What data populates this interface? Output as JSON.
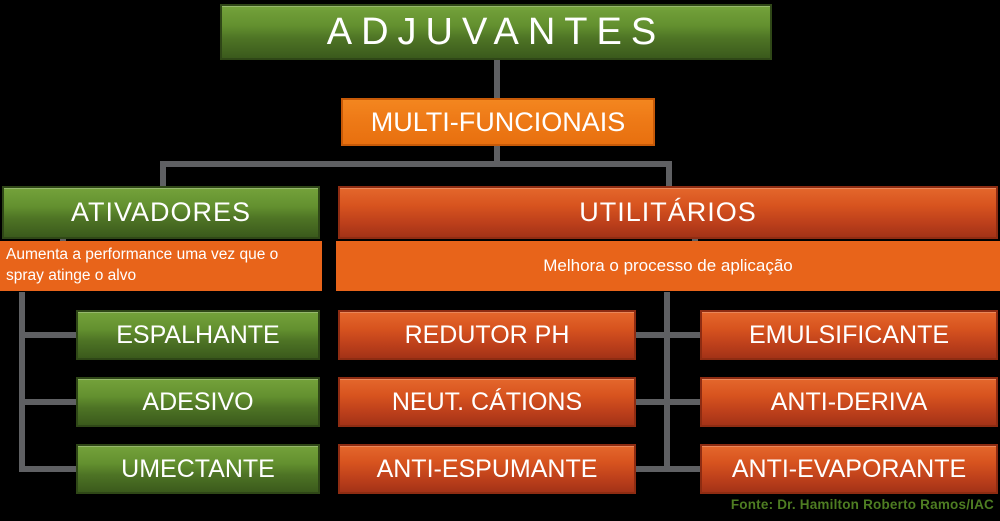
{
  "diagram": {
    "title": "ADJUVANTES",
    "level2": {
      "label": "MULTI-FUNCIONAIS"
    },
    "branches": [
      {
        "label": "ATIVADORES",
        "description": "Aumenta a performance uma vez que o spray atinge o alvo",
        "children": [
          "ESPALHANTE",
          "ADESIVO",
          "UMECTANTE"
        ]
      },
      {
        "label": "UTILITÁRIOS",
        "description": "Melhora o processo de aplicação",
        "children_middle": [
          "REDUTOR PH",
          "NEUT. CÁTIONS",
          "ANTI-ESPUMANTE"
        ],
        "children_right": [
          "EMULSIFICANTE",
          "ANTI-DERIVA",
          "ANTI-EVAPORANTE"
        ]
      }
    ],
    "footer": "Fonte: Dr. Hamilton Roberto Ramos/IAC",
    "colors": {
      "background": "#000000",
      "green": "#4e7425",
      "orange_bright": "#e8700f",
      "orange_deep": "#bc3f1b",
      "connector": "#5f6063",
      "footer_text": "#4e7d22"
    }
  }
}
